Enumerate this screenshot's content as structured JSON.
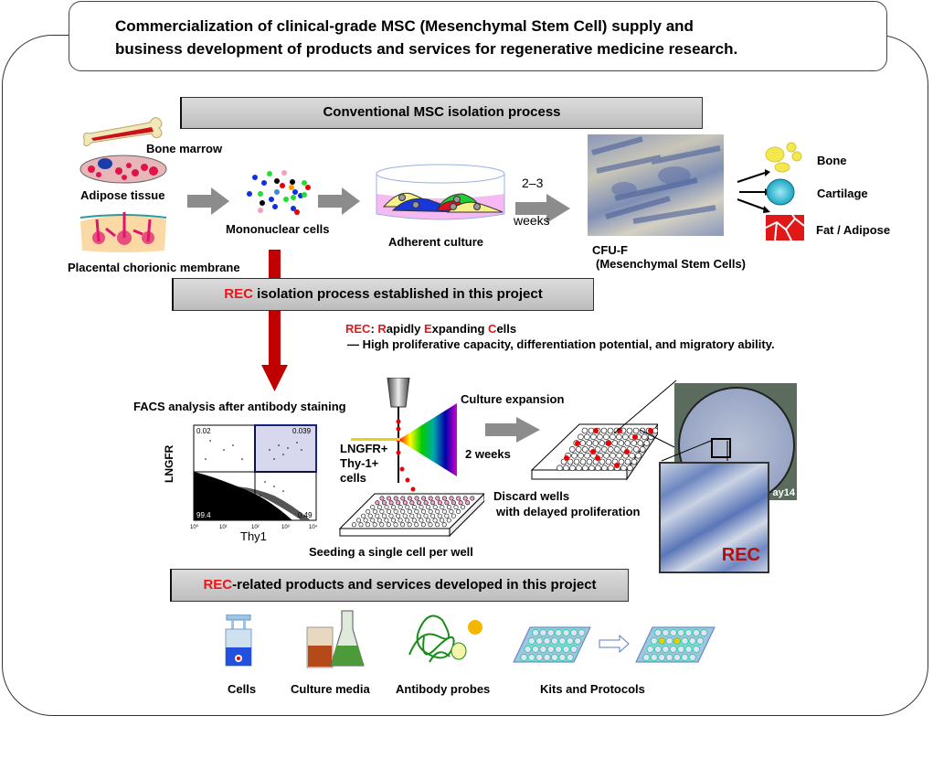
{
  "title": {
    "line1": "Commercialization of clinical-grade MSC (Mesenchymal Stem Cell) supply and",
    "line2": "business development of products and services for regenerative medicine research."
  },
  "conventional": {
    "header": "Conventional MSC isolation process",
    "sources": [
      "Bone marrow",
      "Adipose tissue",
      "Placental chorionic membrane"
    ],
    "mononuclear_label": "Mononuclear cells",
    "adherent_label": "Adherent culture",
    "duration_top": "2–3",
    "duration_bottom": "weeks",
    "cfu_label": "CFU-F",
    "cfu_sublabel": "(Mesenchymal Stem Cells)",
    "differentiation": [
      "Bone",
      "Cartilage",
      "Fat / Adipose"
    ]
  },
  "rec_process": {
    "header_highlight": "REC",
    "header_rest": " isolation process established in this project",
    "definition": {
      "prefix": "REC",
      "colon": ": ",
      "r": "R",
      "r_rest": "apidly ",
      "e": "E",
      "e_rest": "xpanding ",
      "c": "C",
      "c_rest": "ells",
      "description": "— High proliferative capacity, differentiation potential, and migratory ability."
    },
    "facs_label": "FACS analysis after antibody staining",
    "facs_plot": {
      "xlabel": "Thy1",
      "ylabel": "LNGFR",
      "quadrants": {
        "upper_left": "0.02",
        "upper_right": "0.039",
        "lower_left": "99.4",
        "lower_right": "0.49"
      },
      "ticks": [
        "10⁰",
        "10¹",
        "10²",
        "10³",
        "10⁴"
      ]
    },
    "sorted_cells": [
      "LNGFR+",
      "Thy-1+",
      "cells"
    ],
    "seeding_label": "Seeding a single cell per well",
    "expansion_label": "Culture expansion",
    "expansion_duration": "2 weeks",
    "discard_line1": "Discard wells",
    "discard_line2": "with delayed proliferation",
    "micro_day": "ay14",
    "micro_rec": "REC"
  },
  "products": {
    "header_highlight": "REC",
    "header_rest": "-related products and services developed in this project",
    "items": [
      "Cells",
      "Culture media",
      "Antibody probes",
      "Kits and Protocols"
    ]
  },
  "colors": {
    "highlight_red": "#e8151b",
    "arrow_red": "#c00000",
    "arrow_gray": "#8c8c8c",
    "bar_gray": "#c8c8c8"
  }
}
